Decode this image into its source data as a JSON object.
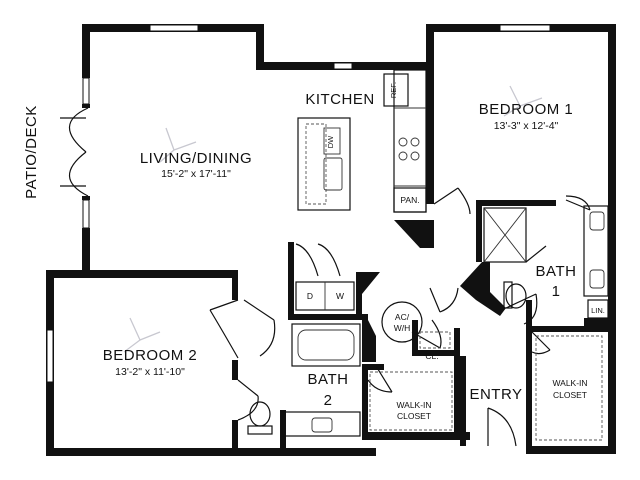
{
  "rooms": {
    "living_name": "LIVING/DINING",
    "living_dims": "15'-2\" x 17'-11\"",
    "kitchen": "KITCHEN",
    "bedroom1_name": "BEDROOM 1",
    "bedroom1_dims": "13'-3\" x 12'-4\"",
    "bedroom2_name": "BEDROOM 2",
    "bedroom2_dims": "13'-2\" x 11'-10\"",
    "bath1_line1": "BATH",
    "bath1_line2": "1",
    "bath2_line1": "BATH",
    "bath2_line2": "2",
    "entry": "ENTRY",
    "walkin1_line1": "WALK-IN",
    "walkin1_line2": "CLOSET",
    "walkin2_line1": "WALK-IN",
    "walkin2_line2": "CLOSET",
    "patio": "PATIO/DECK"
  },
  "fixtures": {
    "ref": "REF.",
    "pan": "PAN.",
    "dw": "DW",
    "washer": "W",
    "dryer": "D",
    "ac_line1": "AC/",
    "ac_line2": "W/H",
    "closet": "CL.",
    "linen": "LIN."
  }
}
